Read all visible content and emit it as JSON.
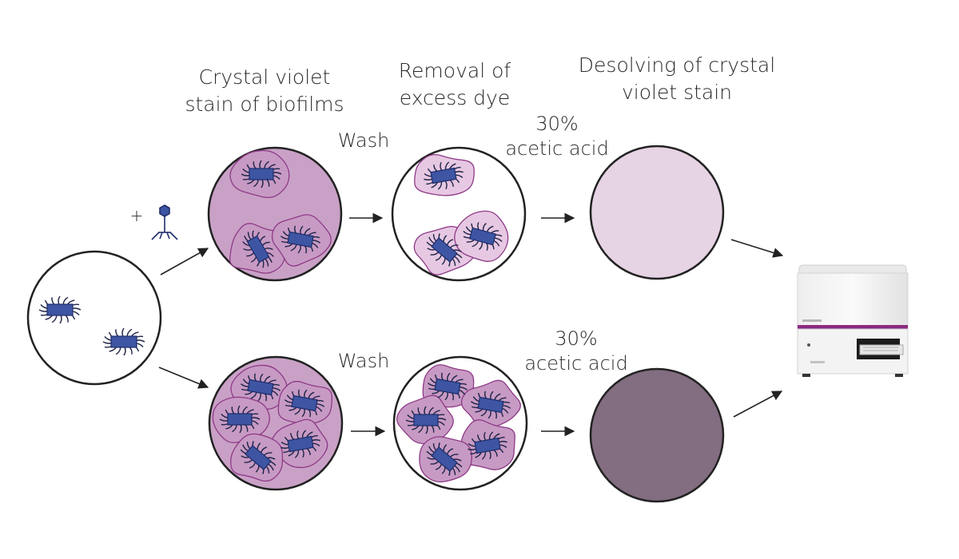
{
  "headers": {
    "stain": [
      "Crystal violet",
      "stain of biofilms"
    ],
    "removal": [
      "Removal of",
      "excess dye"
    ],
    "dissolve": [
      "Desolving of crystal",
      "violet stain"
    ]
  },
  "steps": {
    "wash_top": "Wash",
    "wash_bottom": "Wash",
    "acid_top": [
      "30%",
      "acetic acid"
    ],
    "acid_bottom": [
      "30%",
      "acetic acid"
    ],
    "phage_plus": "+"
  },
  "icons": [
    "phage-icon",
    "bacterium-icon",
    "biofilm-cluster-icon",
    "arrow-icon",
    "plate-reader-icon"
  ],
  "colors": {
    "circle_stroke": "#222222",
    "stain_fill": "#c9a1c6",
    "cluster_fill": "#c79ac4",
    "cluster_stroke": "#8e3a86",
    "light_cluster_fill": "#e7c8e3",
    "bacterium_fill": "#3d55a2",
    "bacterium_stroke": "#1f2d6b",
    "flagella": "#1d2444",
    "light_solution": "#e6d3e4",
    "dark_solution": "#836d80",
    "reader_accent": "#8b2a7f"
  }
}
